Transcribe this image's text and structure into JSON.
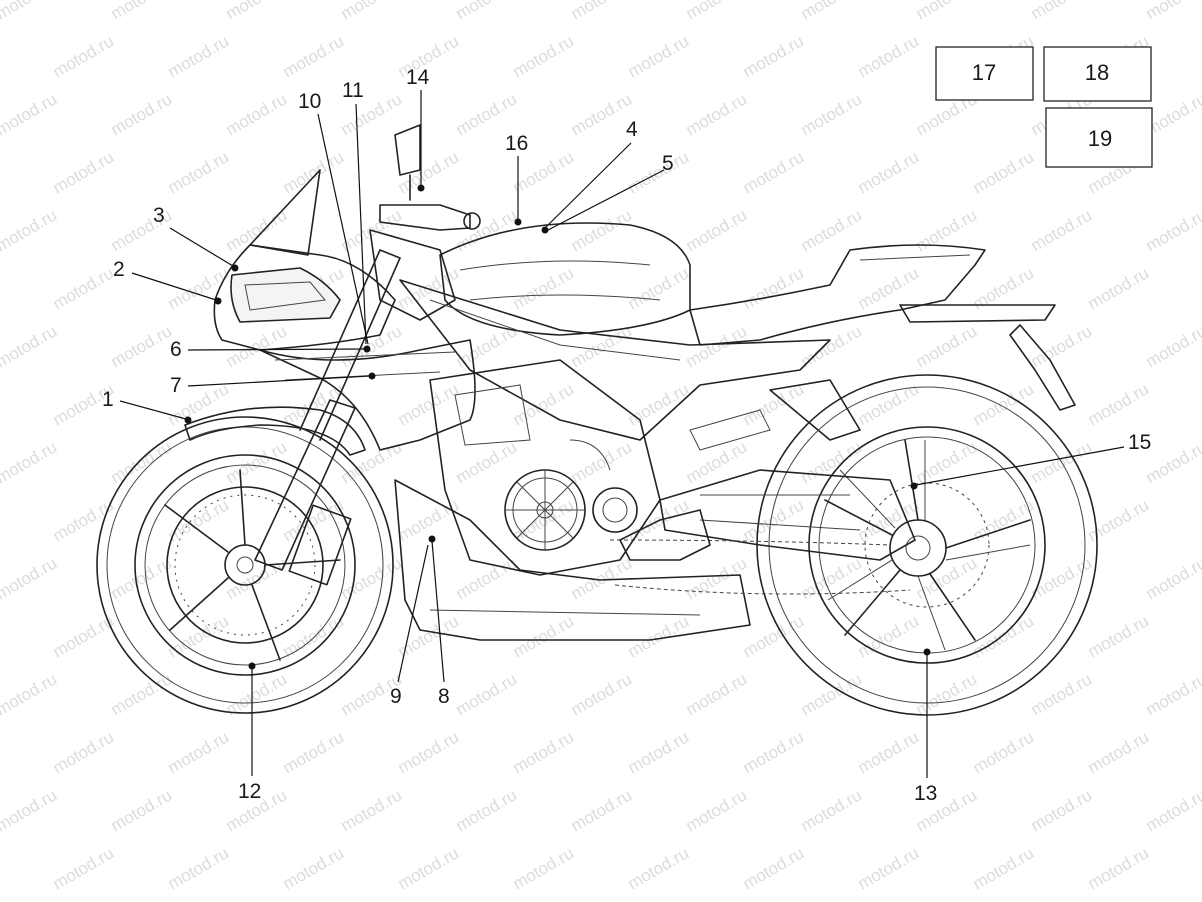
{
  "watermark": "motod.ru",
  "callouts": [
    "1",
    "2",
    "3",
    "4",
    "5",
    "6",
    "7",
    "8",
    "9",
    "10",
    "11",
    "12",
    "13",
    "14",
    "15",
    "16"
  ],
  "boxes": [
    "17",
    "18",
    "19"
  ]
}
